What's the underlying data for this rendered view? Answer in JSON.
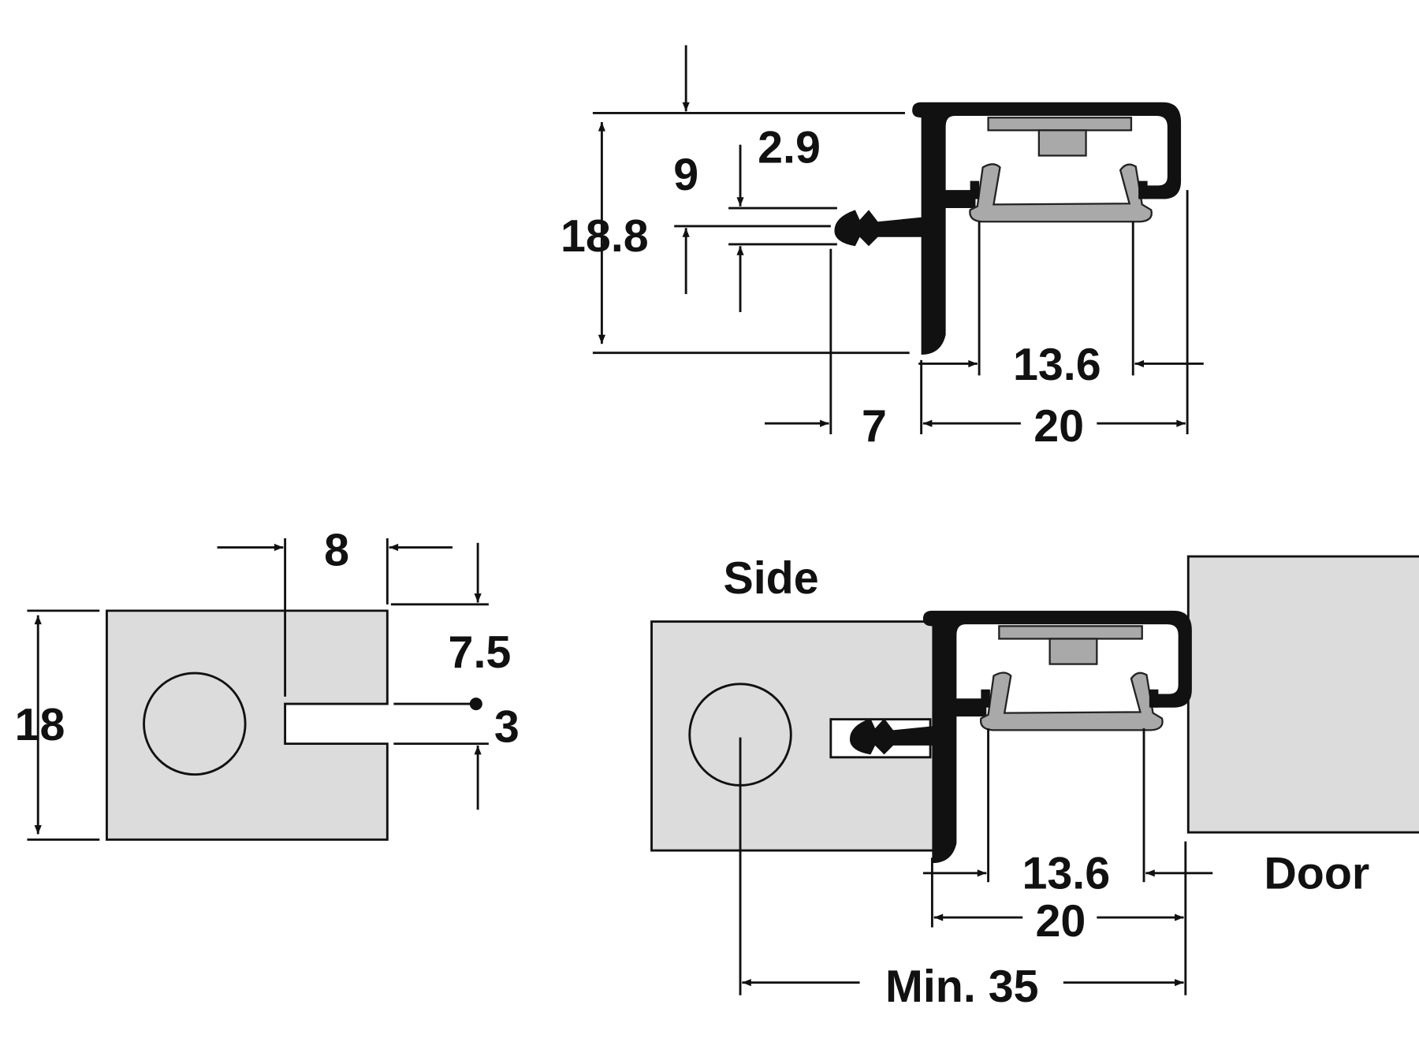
{
  "top_view": {
    "dimensions": {
      "overall_height": "18.8",
      "pin_offset": "9",
      "pin_diameter": "2.9",
      "pin_length": "7",
      "inner_width": "13.6",
      "overall_width": "20"
    }
  },
  "slot_view": {
    "dimensions": {
      "slot_depth": "8",
      "slot_position": "7.5",
      "slot_width": "3",
      "panel_thickness": "18"
    }
  },
  "assembly_view": {
    "labels": {
      "side": "Side",
      "door": "Door"
    },
    "dimensions": {
      "inner_width": "13.6",
      "overall_width": "20",
      "min_distance": "Min. 35"
    }
  },
  "colors": {
    "line": "#111111",
    "panel": "#dcdcdc",
    "insert": "#a9a9a9"
  }
}
